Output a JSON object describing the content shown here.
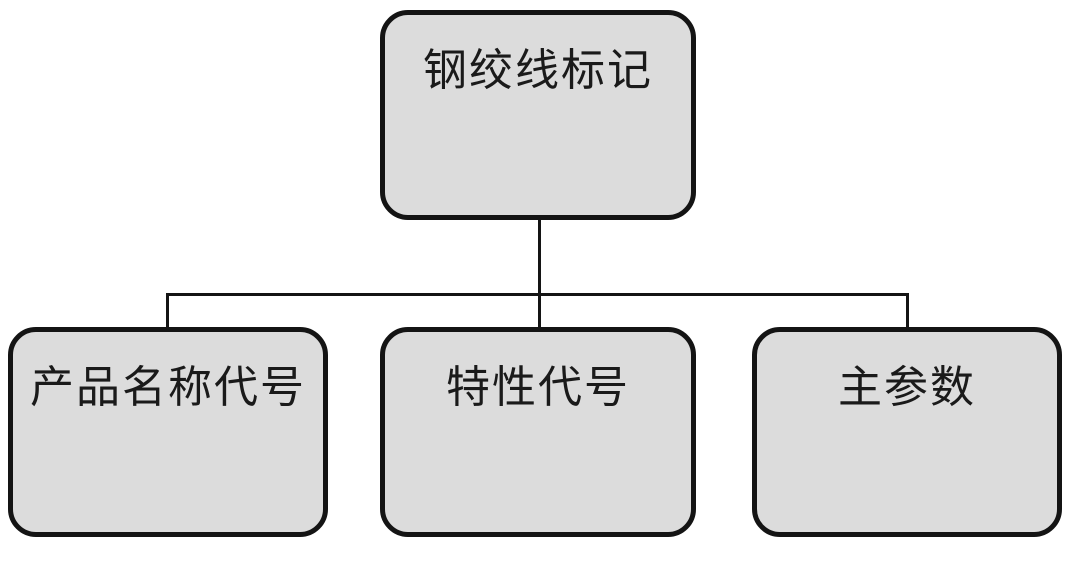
{
  "diagram": {
    "root": {
      "label": "钢绞线标记"
    },
    "children": [
      {
        "label": "产品名称代号"
      },
      {
        "label": "特性代号"
      },
      {
        "label": "主参数"
      }
    ],
    "colors": {
      "box_fill": "#dcdcdc",
      "box_border": "#141414",
      "connector": "#141414",
      "text": "#1a1a1a",
      "background": "#ffffff"
    }
  }
}
